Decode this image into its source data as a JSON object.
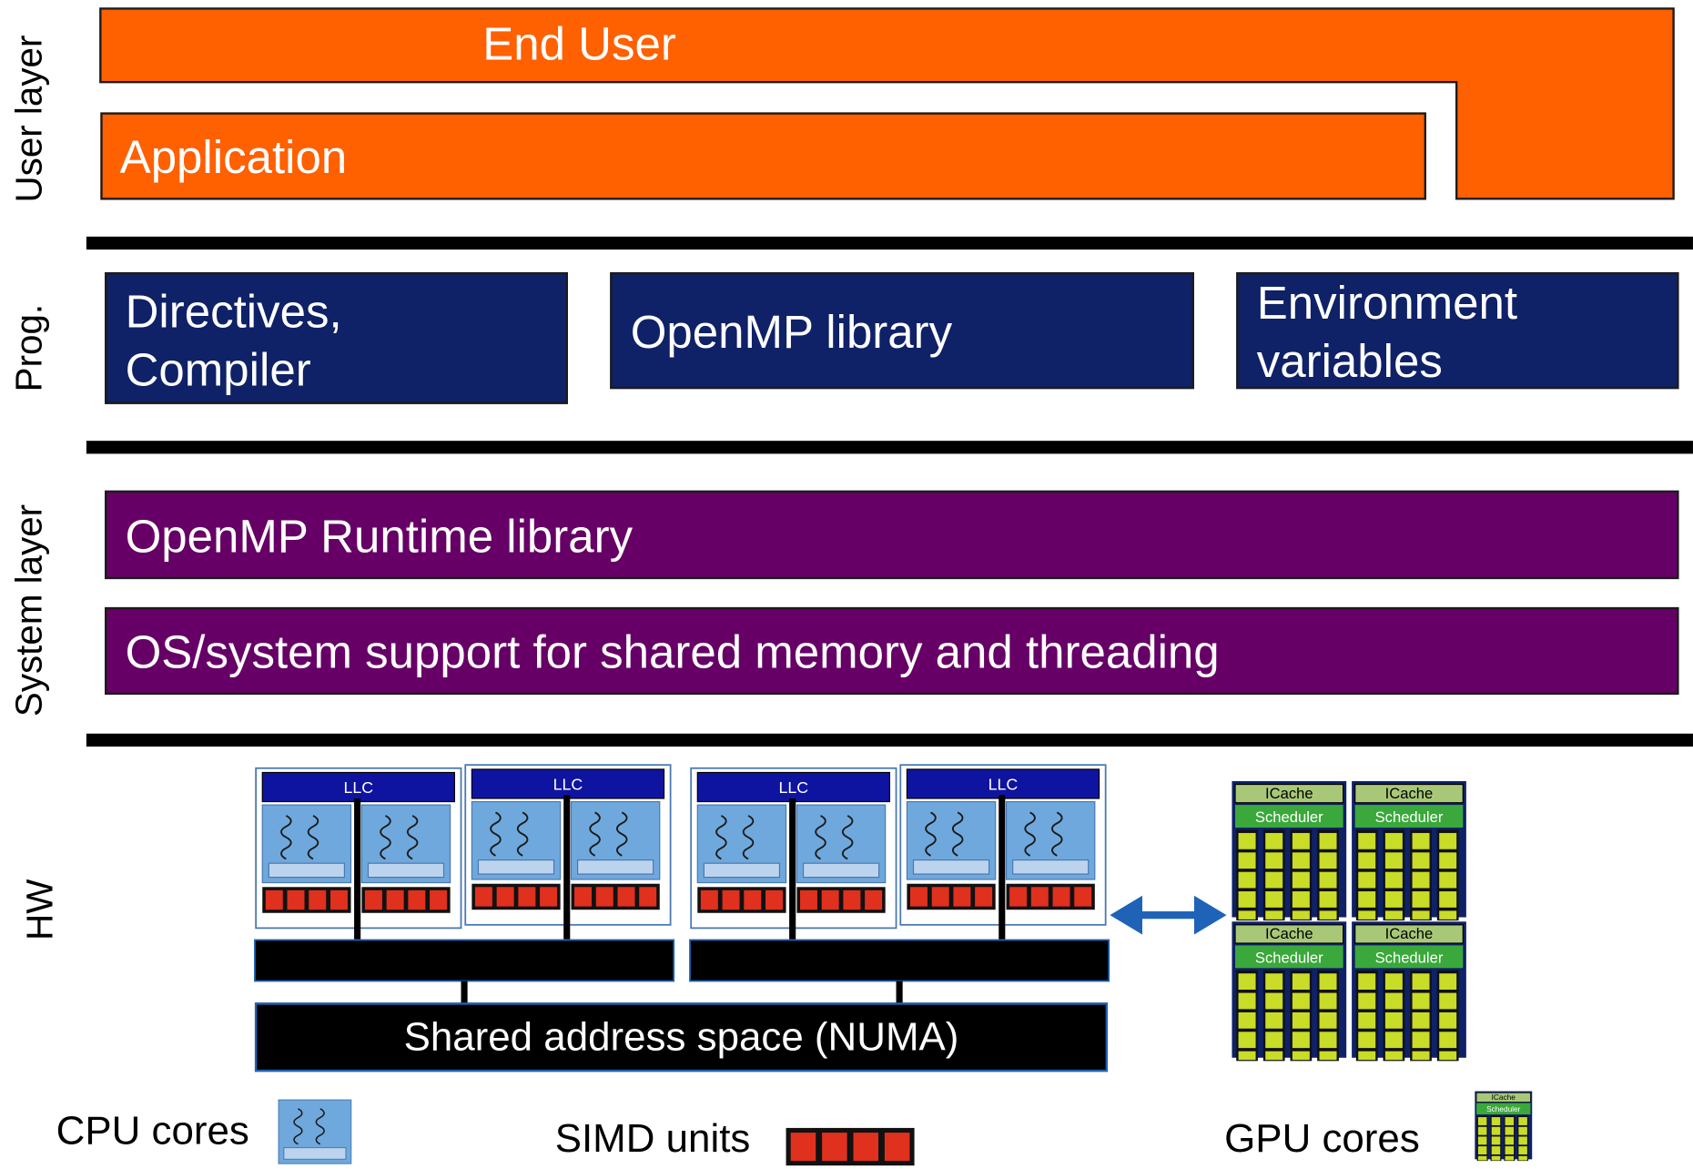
{
  "layers": {
    "user": "User layer",
    "prog": "Prog.",
    "system": "System layer",
    "hw": "HW"
  },
  "user_layer": {
    "end_user": "End User",
    "application": "Application"
  },
  "prog_layer": {
    "directives_line1": "Directives,",
    "directives_line2": "Compiler",
    "openmp_library": "OpenMP library",
    "env_line1": "Environment",
    "env_line2": "variables"
  },
  "system_layer": {
    "runtime": "OpenMP Runtime library",
    "os_support": "OS/system support for shared memory and threading"
  },
  "hardware": {
    "llc_label": "LLC",
    "shared_memory": "Shared address space (NUMA)",
    "gpu_icache": "ICache",
    "gpu_scheduler": "Scheduler"
  },
  "legend": {
    "cpu_cores": "CPU cores",
    "simd_units": "SIMD units",
    "gpu_cores": "GPU cores"
  },
  "colors": {
    "user_layer": "#ff6000",
    "prog_layer": "#0f2167",
    "system_layer": "#660066",
    "simd": "#e0301e",
    "gpu_core": "#c8dc28",
    "gpu_header": "#7fbf3f",
    "arrow": "#1f63b8"
  }
}
